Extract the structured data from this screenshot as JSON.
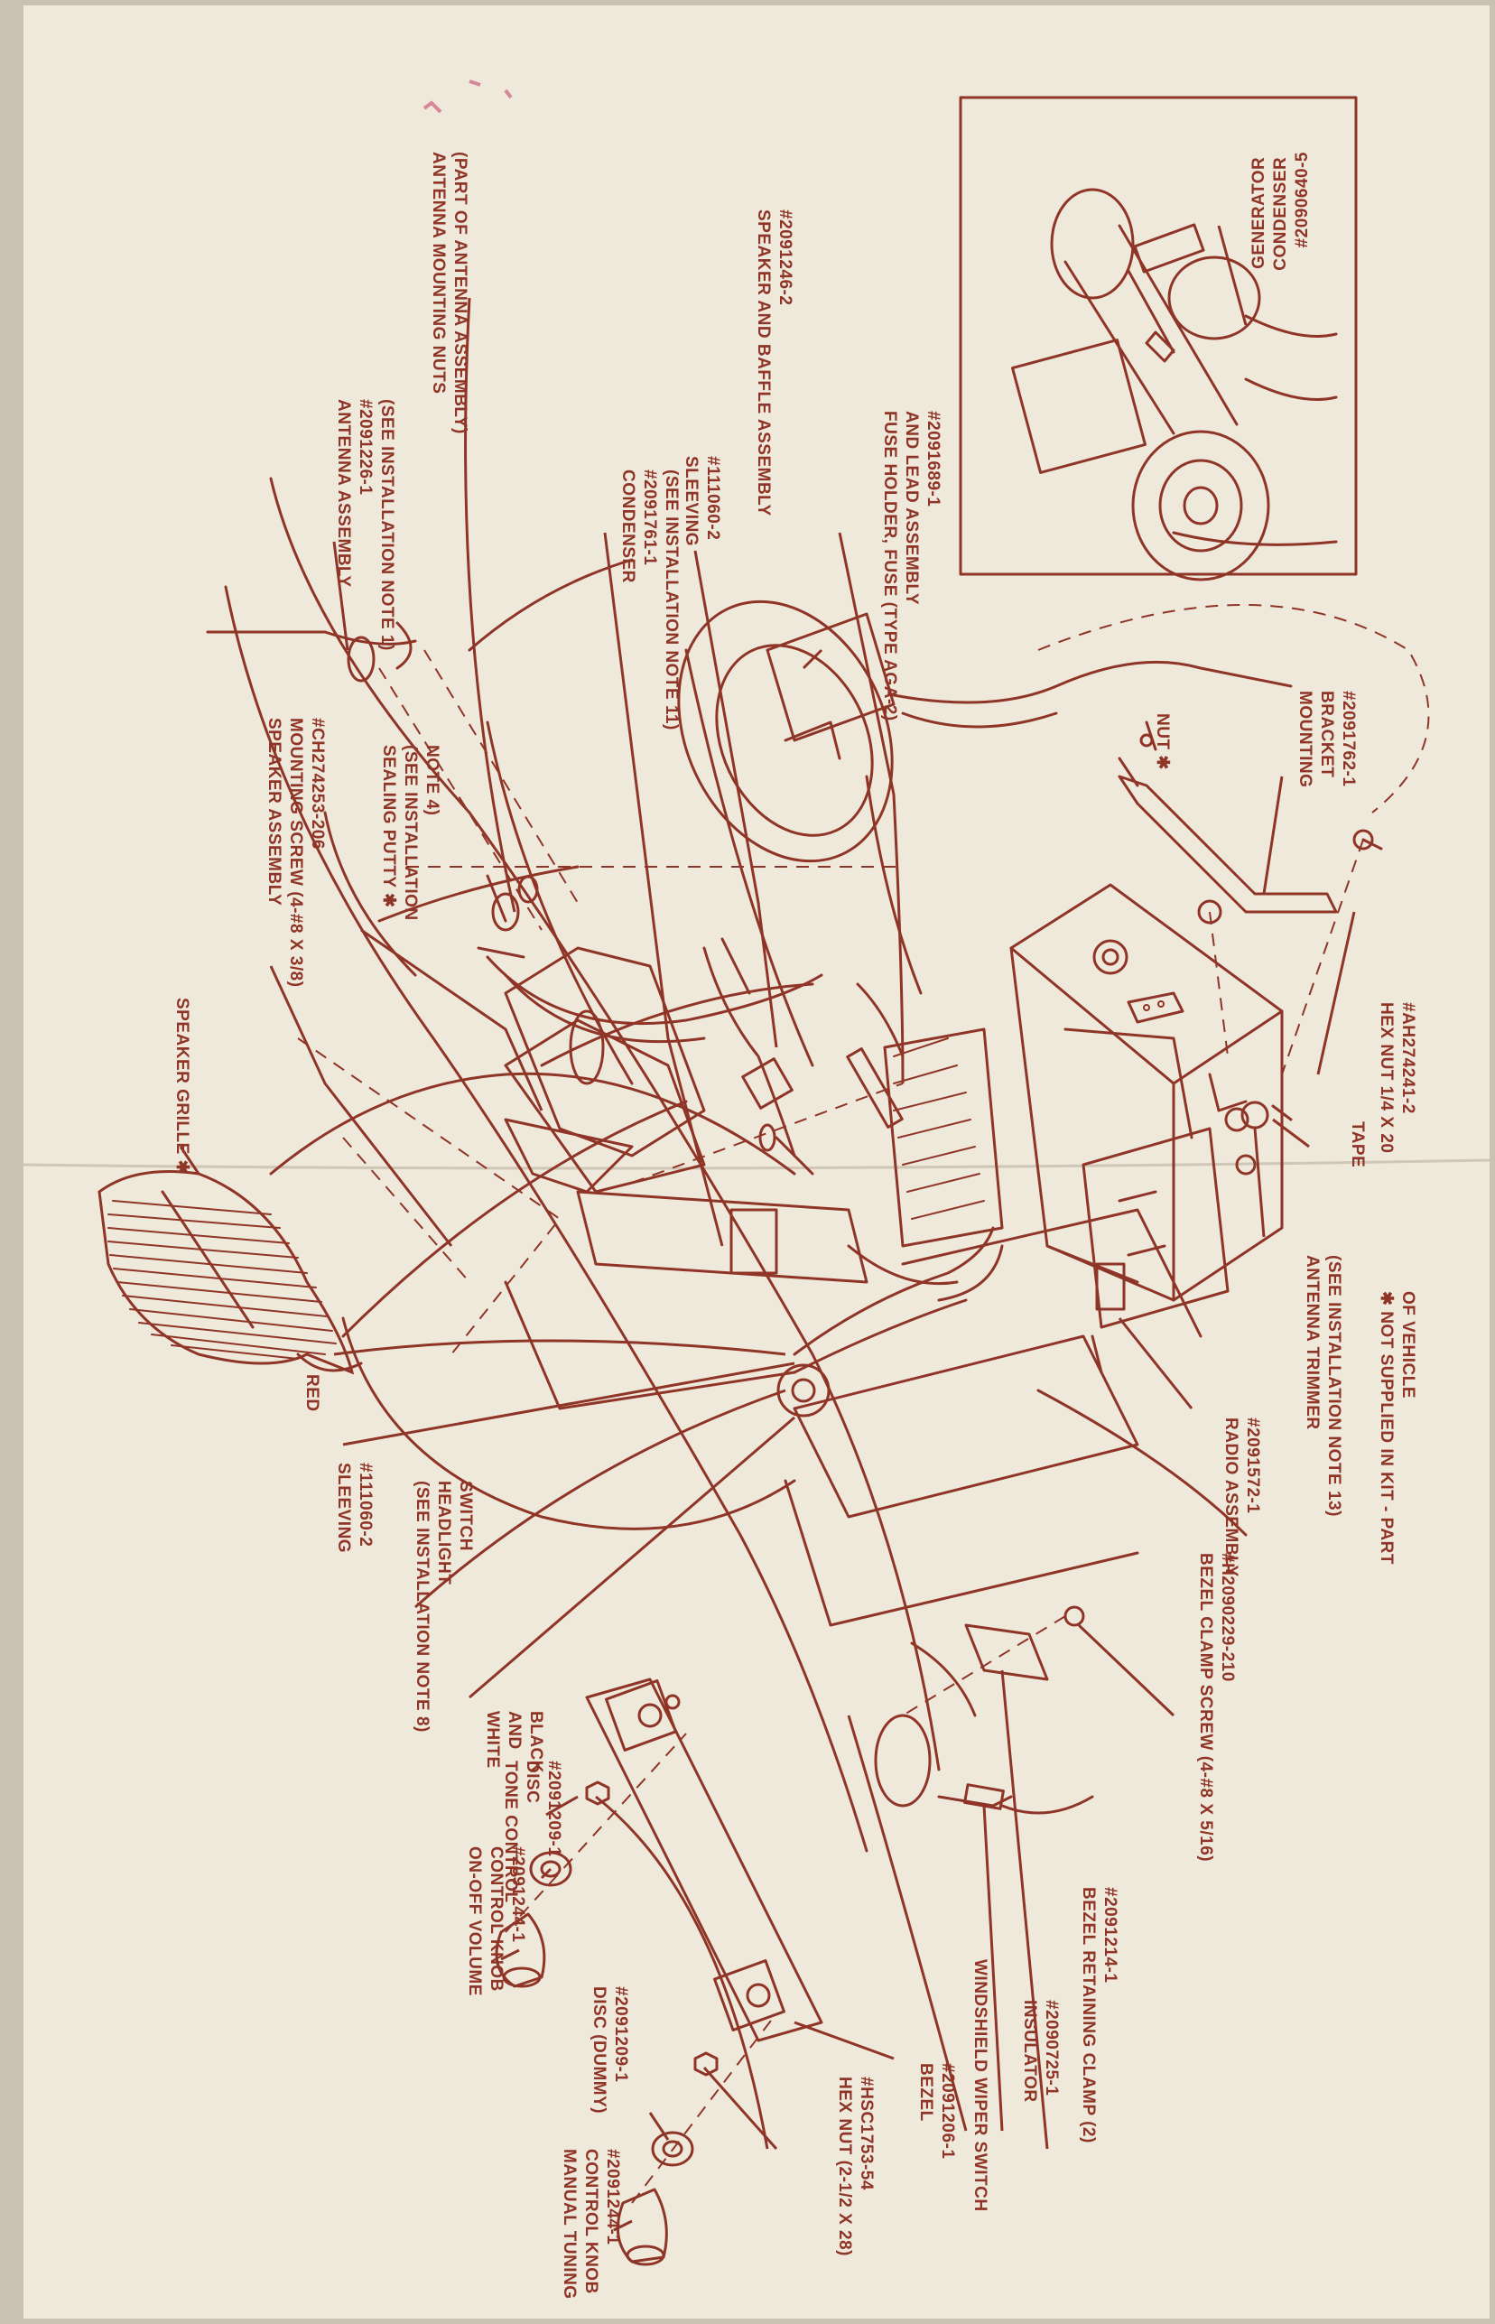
{
  "labels": {
    "generator_condenser": [
      "GENERATOR",
      "CONDENSER",
      "#2090640-5"
    ],
    "antenna_mounting_nuts": [
      "ANTENNA MOUNTING NUTS",
      "(PART OF ANTENNA ASSEMBLY)"
    ],
    "speaker_baffle_assembly": [
      "SPEAKER AND BAFFLE ASSEMBLY",
      "#2091246-2"
    ],
    "fuse_holder": [
      "FUSE HOLDER, FUSE (TYPE AGA-2)",
      "AND LEAD ASSEMBLY",
      "#2091689-1"
    ],
    "sleeving_top": [
      "SLEEVING",
      "#111060-2"
    ],
    "condenser": [
      "CONDENSER",
      "#2091761-1",
      "(SEE INSTALLATION NOTE 11)"
    ],
    "antenna_assembly": [
      "ANTENNA ASSEMBLY",
      "#2091226-1",
      "(SEE INSTALLATION NOTE 1)"
    ],
    "sealing_putty": [
      "SEALING PUTTY ✱",
      "(SEE INSTALLATION",
      "NOTE 4)"
    ],
    "speaker_mounting_screw": [
      "SPEAKER ASSEMBLY",
      "MOUNTING SCREW (4-#8 X 3/8)",
      "#CH274253-206"
    ],
    "speaker_grille": [
      "SPEAKER GRILLE ✱"
    ],
    "nut": [
      "NUT ✱"
    ],
    "mounting_bracket": [
      "MOUNTING",
      "BRACKET",
      "#2091762-1"
    ],
    "hex_nut_quarter": [
      "HEX NUT 1/4 X 20",
      "#AH274241-2"
    ],
    "tape": [
      "TAPE"
    ],
    "antenna_trimmer": [
      "ANTENNA TRIMMER",
      "(SEE INSTALLATION NOTE 13)"
    ],
    "not_supplied": [
      "✱ NOT SUPPLIED IN KIT - PART",
      "OF VEHICLE"
    ],
    "radio_assembly": [
      "RADIO ASSEMBLY",
      "#2091572-1"
    ],
    "red": [
      "RED"
    ],
    "sleeving_left": [
      "SLEEVING",
      "#111060-2"
    ],
    "headlight_switch": [
      "(SEE INSTALLATION NOTE 8)",
      "HEADLIGHT",
      "SWITCH"
    ],
    "white_and_black": [
      "WHITE",
      "AND",
      "BLACK"
    ],
    "bezel_clamp_screw": [
      "BEZEL CLAMP SCREW (4-#8 X 5/16)",
      "#H2090229-210"
    ],
    "tone_control_disc": [
      "TONE CONTROL",
      "DISC",
      "#2091209-1"
    ],
    "volume_knob": [
      "ON-OFF VOLUME",
      "CONTROL KNOB",
      "#2091244-1"
    ],
    "disc_dummy": [
      "DISC (DUMMY)",
      "#2091209-1"
    ],
    "tuning_knob": [
      "MANUAL TUNING",
      "CONTROL KNOB",
      "#2091244-1"
    ],
    "hex_nut_half": [
      "HEX NUT (2-1/2 X 28)",
      "#HSC1753-54"
    ],
    "bezel": [
      "BEZEL",
      "#2091206-1"
    ],
    "windshield_wiper_switch": [
      "WINDSHIELD WIPER SWITCH"
    ],
    "insulator": [
      "INSULATOR",
      "#2090725-1"
    ],
    "bezel_retaining_clamp": [
      "BEZEL RETAINING CLAMP (2)",
      "#2091214-1"
    ]
  },
  "colors": {
    "ink": "#8f3527",
    "paper": "#efe9dc",
    "background": "#c9c2b4"
  }
}
